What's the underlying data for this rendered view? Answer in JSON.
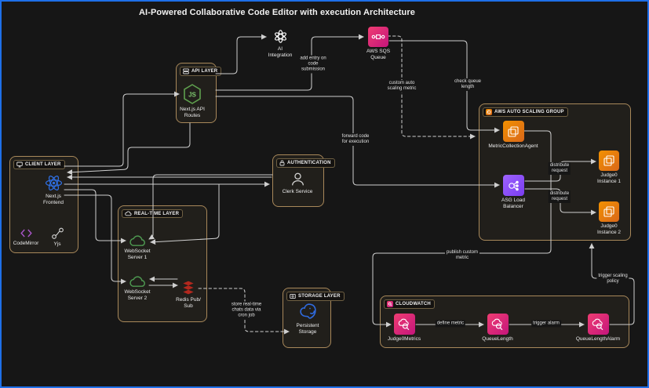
{
  "title": "AI-Powered Collaborative Code Editor with execution Architecture",
  "groups": {
    "client": {
      "label": "CLIENT LAYER"
    },
    "api": {
      "label": "API LAYER"
    },
    "realtime": {
      "label": "REAL-TIME LAYER"
    },
    "auth": {
      "label": "AUTHENTICATION"
    },
    "storage": {
      "label": "STORAGE LAYER"
    },
    "asg": {
      "label": "AWS AUTO SCALING GROUP"
    },
    "cloudwatch": {
      "label": "CLOUDWATCH"
    }
  },
  "nodes": {
    "ai": {
      "label": "AI\nIntegration"
    },
    "sqs": {
      "label": "AWS SQS\nQueue"
    },
    "api_routes": {
      "label": "Next.js API\nRoutes"
    },
    "frontend": {
      "label": "Next.js\nFrontend"
    },
    "codemirror": {
      "label": "CodeMirror"
    },
    "yjs": {
      "label": "Yjs"
    },
    "ws1": {
      "label": "WebSocket\nServer 1"
    },
    "ws2": {
      "label": "WebSocket\nServer 2"
    },
    "redis": {
      "label": "Redis Pub/\nSub"
    },
    "clerk": {
      "label": "Clerk Service"
    },
    "postgres": {
      "label": "Persistent\nStorage"
    },
    "agent": {
      "label": "MetricCollectionAgent"
    },
    "lb": {
      "label": "ASG Load\nBalancer"
    },
    "judge1": {
      "label": "Judge0\nInstance 1"
    },
    "judge2": {
      "label": "Judge0\nInstance 2"
    },
    "j0metrics": {
      "label": "Judge0Metrics"
    },
    "queuelength": {
      "label": "QueueLength"
    },
    "queuealarm": {
      "label": "QueueLengthAlarm"
    }
  },
  "edge_labels": {
    "add_entry": "add entry on\ncode\nsubmission",
    "custom_metric": "custom auto\nscaling metric",
    "check_queue": "check queue\nlength",
    "forward_code": "forward code\nfor execution",
    "distribute_1": "distribute\nrequest",
    "distribute_2": "distribute\nrequest",
    "publish_metric": "publish custom\nmetric",
    "trigger_policy": "trigger scaling\npolicy",
    "store_chats": "store real-time\nchats data via\ncron job",
    "define_metric": "define metric",
    "trigger_alarm": "trigger alarm"
  },
  "colors": {
    "canvas_border": "#1e6fe8",
    "background": "#161616",
    "group_border": "#a8885a",
    "edge": "#cfcfcf",
    "aws_orange": "#e8720e",
    "aws_pink": "#df2a7b",
    "elb_purple": "#8c4fff",
    "nodejs_green": "#5fa04e",
    "react_blue": "#2f6fe3",
    "redis_red": "#b3281e",
    "postgres_blue": "#2f6be0"
  }
}
